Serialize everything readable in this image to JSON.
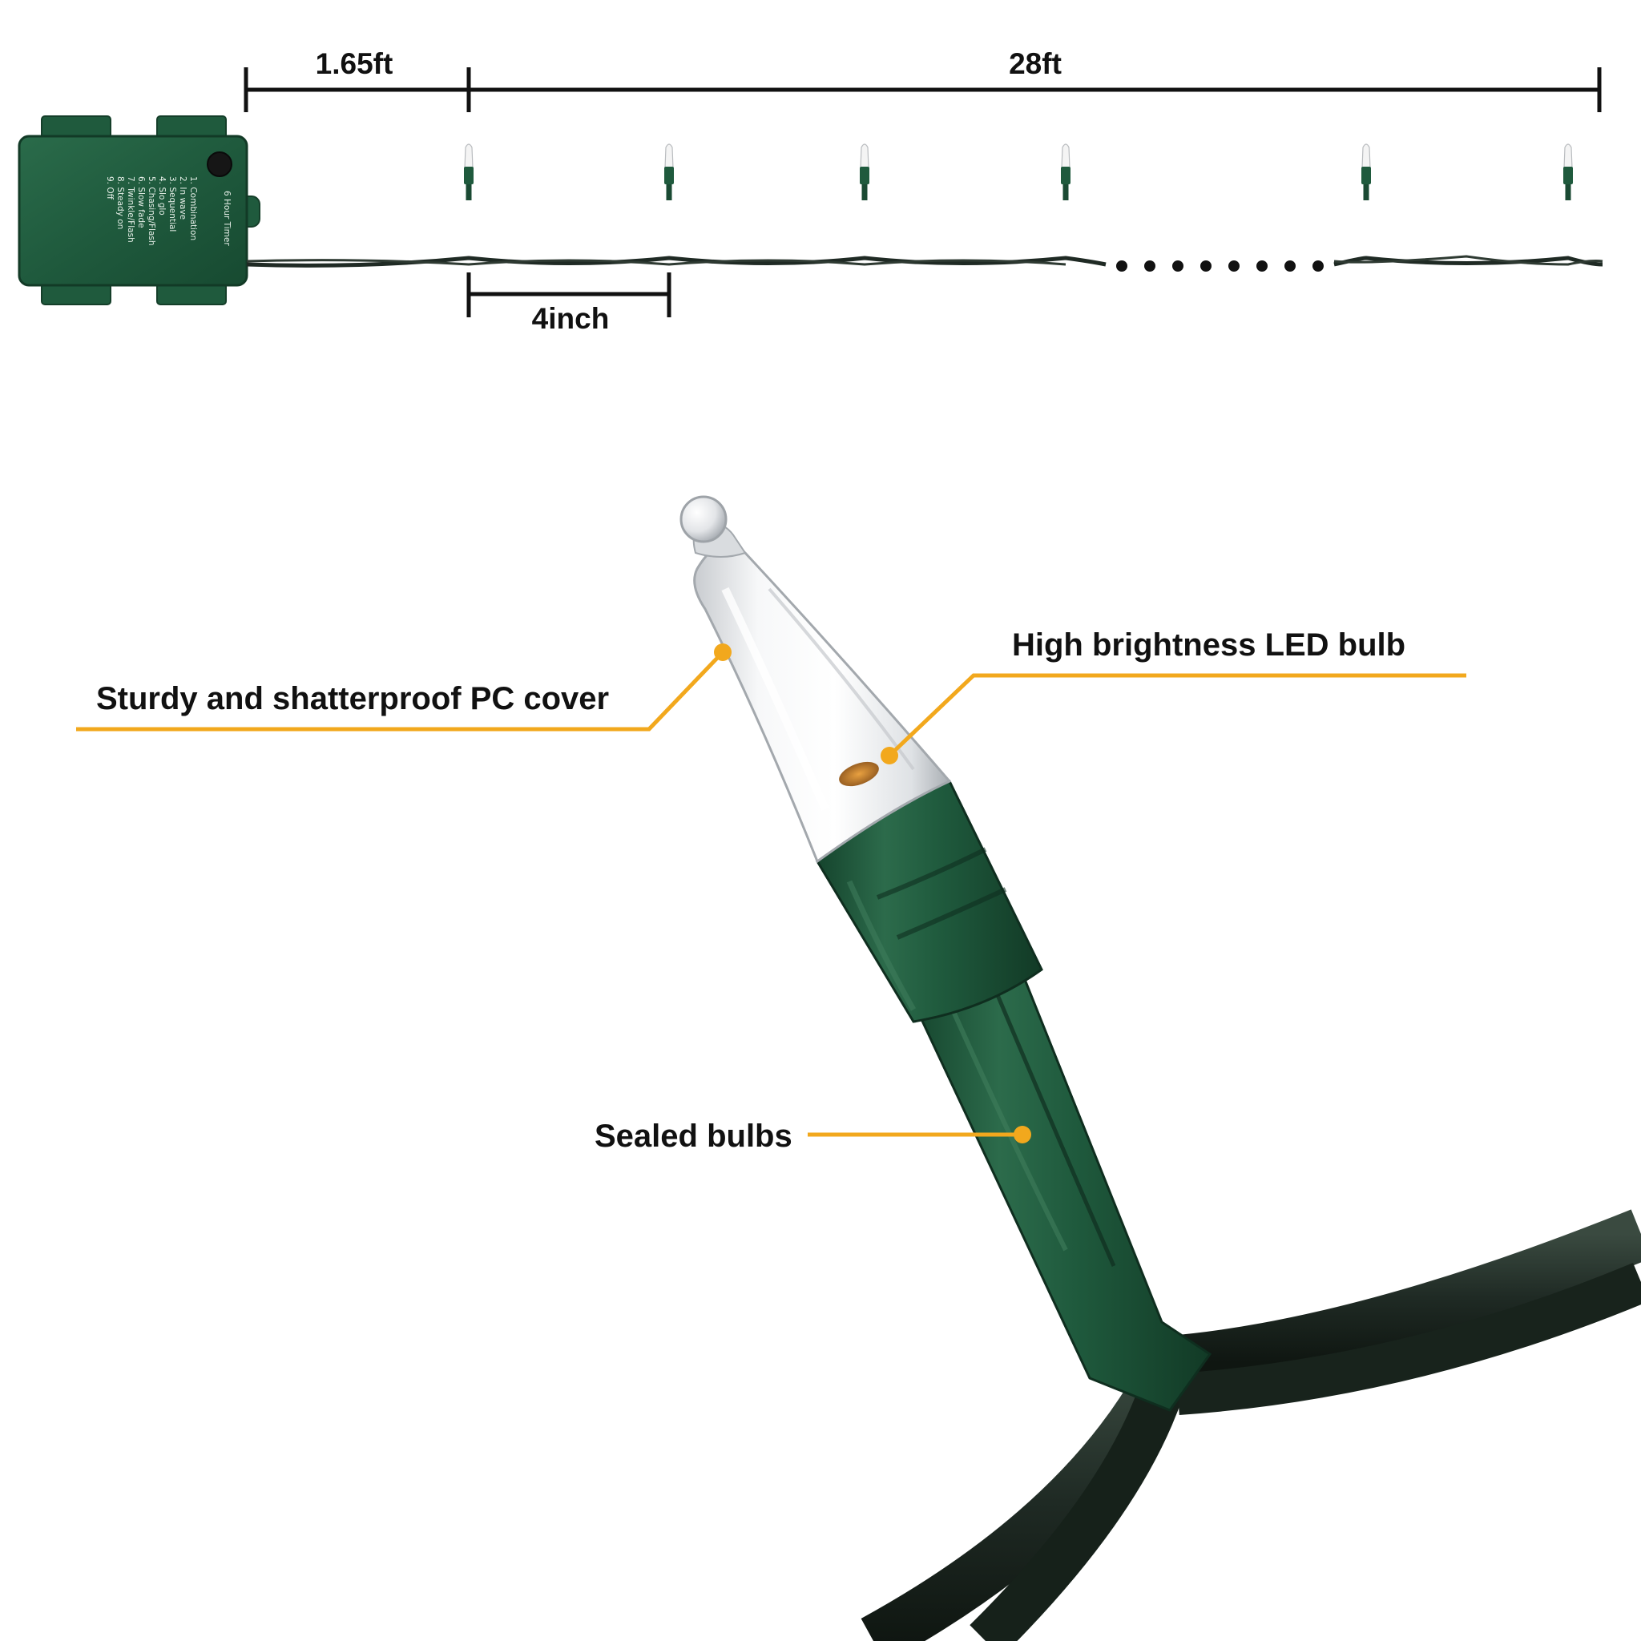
{
  "dimensions": {
    "lead_length": "1.65ft",
    "string_length": "28ft",
    "bulb_spacing": "4inch"
  },
  "battery_box": {
    "timer_label": "6 Hour Timer",
    "modes": [
      "1. Combination",
      "2. In wave",
      "3. Sequential",
      "4. Slo glo",
      "5. Chasing/Flash",
      "6. Slow fade",
      "7. Twinkle/Flash",
      "8. Steady on",
      "9. Off"
    ]
  },
  "callouts": {
    "cover": "Sturdy and shatterproof PC cover",
    "led": "High brightness LED bulb",
    "sealed": "Sealed bulbs"
  },
  "colors": {
    "callout_line": "#F2A81D",
    "housing_green": "#1F5A3D",
    "wire": "#1f2a24",
    "dimension_line": "#111111"
  }
}
